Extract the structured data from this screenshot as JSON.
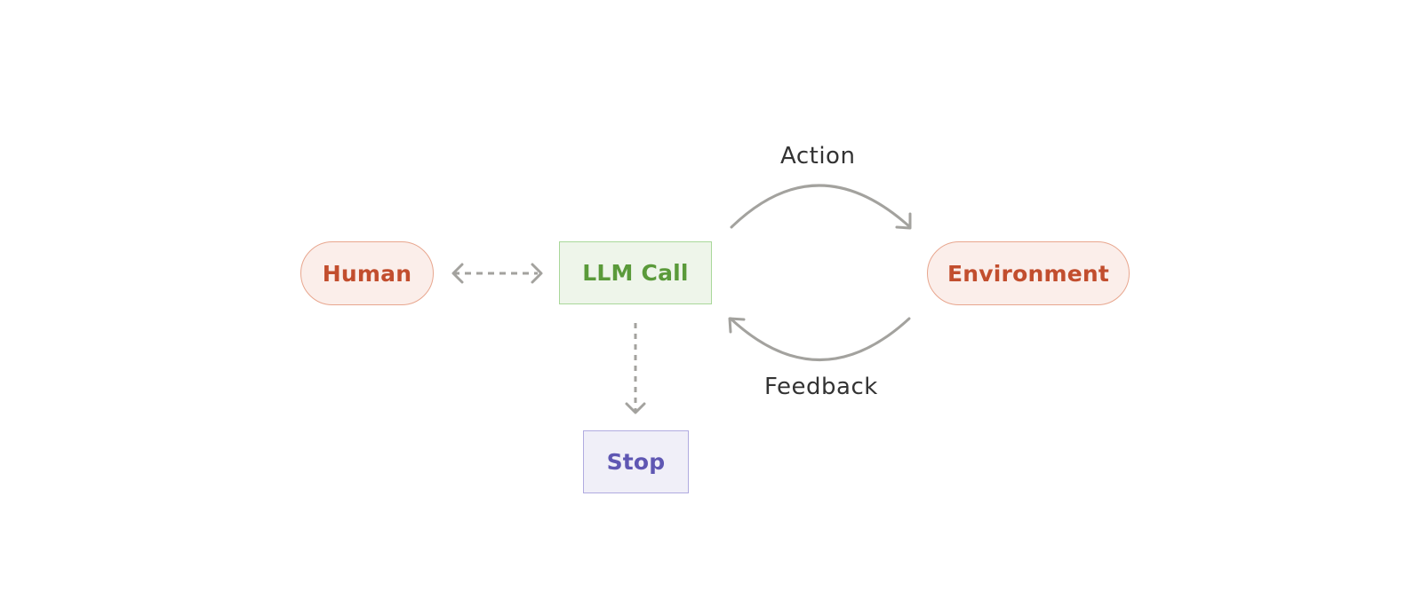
{
  "nodes": {
    "human": {
      "label": "Human",
      "text_color": "#c24e2e",
      "fill": "#fbeeea",
      "border": "#e8a68e"
    },
    "llm_call": {
      "label": "LLM Call",
      "text_color": "#5a9a3a",
      "fill": "#eef5ea",
      "border": "#a9d89a"
    },
    "environment": {
      "label": "Environment",
      "text_color": "#c24e2e",
      "fill": "#fbeeea",
      "border": "#e8a68e"
    },
    "stop": {
      "label": "Stop",
      "text_color": "#5f57b3",
      "fill": "#f0eff8",
      "border": "#b1abe0"
    }
  },
  "edges": {
    "action": {
      "label": "Action",
      "from": "LLM Call",
      "to": "Environment",
      "style": "solid"
    },
    "feedback": {
      "label": "Feedback",
      "from": "Environment",
      "to": "LLM Call",
      "style": "solid"
    },
    "human_llm": {
      "from": "Human",
      "to": "LLM Call",
      "style": "dashed",
      "bidirectional": true
    },
    "llm_stop": {
      "from": "LLM Call",
      "to": "Stop",
      "style": "dashed"
    }
  },
  "colors": {
    "arrow": "#a3a29e",
    "label_text": "#333333",
    "background": "#ffffff"
  }
}
